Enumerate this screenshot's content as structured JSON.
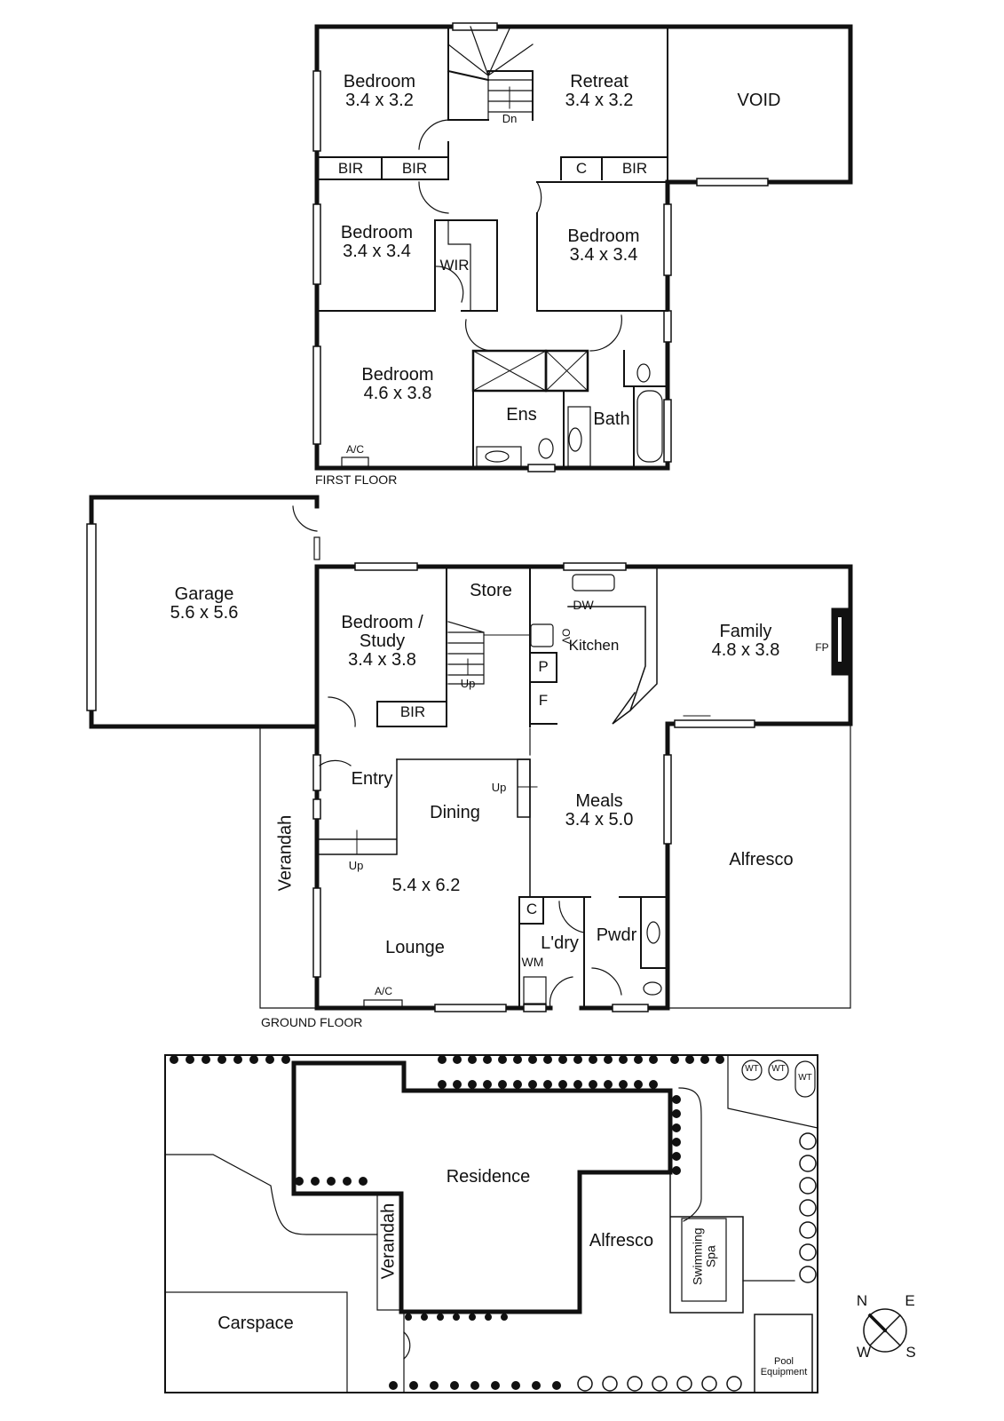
{
  "first_floor": {
    "title": "FIRST FLOOR",
    "rooms": {
      "bedroom_nw": {
        "name": "Bedroom",
        "dims": "3.4 x 3.2"
      },
      "retreat": {
        "name": "Retreat",
        "dims": "3.4 x 3.2"
      },
      "void": {
        "name": "VOID"
      },
      "bedroom_w": {
        "name": "Bedroom",
        "dims": "3.4 x 3.4"
      },
      "bedroom_e": {
        "name": "Bedroom",
        "dims": "3.4 x 3.4"
      },
      "bedroom_master": {
        "name": "Bedroom",
        "dims": "4.6 x 3.8"
      },
      "ens": {
        "name": "Ens"
      },
      "bath": {
        "name": "Bath"
      }
    },
    "fixtures": {
      "bir1": "BIR",
      "bir2": "BIR",
      "c": "C",
      "bir3": "BIR",
      "wir": "WIR",
      "dn": "Dn",
      "ac": "A/C"
    }
  },
  "ground_floor": {
    "title": "GROUND FLOOR",
    "rooms": {
      "garage": {
        "name": "Garage",
        "dims": "5.6 x 5.6"
      },
      "bedroom_study": {
        "name": "Bedroom /",
        "name2": "Study",
        "dims": "3.4 x 3.8"
      },
      "store": {
        "name": "Store"
      },
      "kitchen": {
        "name": "Kitchen"
      },
      "family": {
        "name": "Family",
        "dims": "4.8 x 3.8"
      },
      "entry": {
        "name": "Entry"
      },
      "dining": {
        "name": "Dining"
      },
      "lounge": {
        "name": "Lounge",
        "dims": "5.4 x 6.2"
      },
      "meals": {
        "name": "Meals",
        "dims": "3.4 x 5.0"
      },
      "verandah": {
        "name": "Verandah"
      },
      "alfresco": {
        "name": "Alfresco"
      },
      "laundry": {
        "name": "L'dry"
      },
      "powder": {
        "name": "Pwdr"
      }
    },
    "fixtures": {
      "bir": "BIR",
      "up1": "Up",
      "up2": "Up",
      "up3": "Up",
      "dw": "DW",
      "ov": "OV",
      "p": "P",
      "f": "F",
      "fp": "FP",
      "c": "C",
      "wm": "WM",
      "ac": "A/C"
    }
  },
  "site_plan": {
    "residence": "Residence",
    "verandah": "Verandah",
    "alfresco": "Alfresco",
    "carspace": "Carspace",
    "swimming_spa_1": "Swimming",
    "swimming_spa_2": "Spa",
    "pool_equipment_1": "Pool",
    "pool_equipment_2": "Equipment",
    "water_tanks": [
      "WT",
      "WT",
      "WT"
    ]
  },
  "compass": {
    "n": "N",
    "e": "E",
    "s": "S",
    "w": "W"
  },
  "colors": {
    "line": "#111111",
    "background": "#ffffff"
  }
}
